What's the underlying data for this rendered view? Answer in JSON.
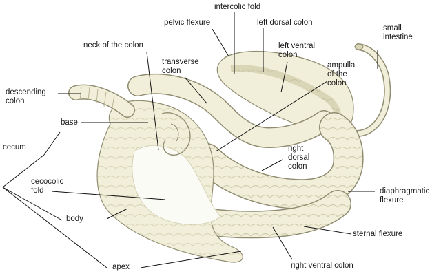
{
  "labels": {
    "intercolic_fold": "intercolic fold",
    "pelvic_flexure": "pelvic flexure",
    "left_dorsal_colon": "left dorsal colon",
    "small_intestine_1": "small",
    "small_intestine_2": "intestine",
    "neck_of_colon": "neck of the colon",
    "left_ventral_colon_1": "left ventral",
    "left_ventral_colon_2": "colon",
    "transverse_colon_1": "transverse",
    "transverse_colon_2": "colon",
    "ampulla_1": "ampulla",
    "ampulla_2": "of the",
    "ampulla_3": "colon",
    "descending_colon_1": "descending",
    "descending_colon_2": "colon",
    "base": "base",
    "cecum": "cecum",
    "right_dorsal_colon_1": "right",
    "right_dorsal_colon_2": "dorsal",
    "right_dorsal_colon_3": "colon",
    "cecocolic_fold_1": "cecocolic",
    "cecocolic_fold_2": "fold",
    "diaphragmatic_flexure_1": "diaphragmatic",
    "diaphragmatic_flexure_2": "flexure",
    "body": "body",
    "sternal_flexure": "sternal flexure",
    "apex": "apex",
    "right_ventral_colon": "right ventral colon"
  },
  "colors": {
    "tissue_fill": "#f1efd9",
    "tissue_shade": "#d9d6b8",
    "tissue_outline": "#8f8c70",
    "fold_fill": "#fbfbf6",
    "leader_line": "#111111"
  }
}
